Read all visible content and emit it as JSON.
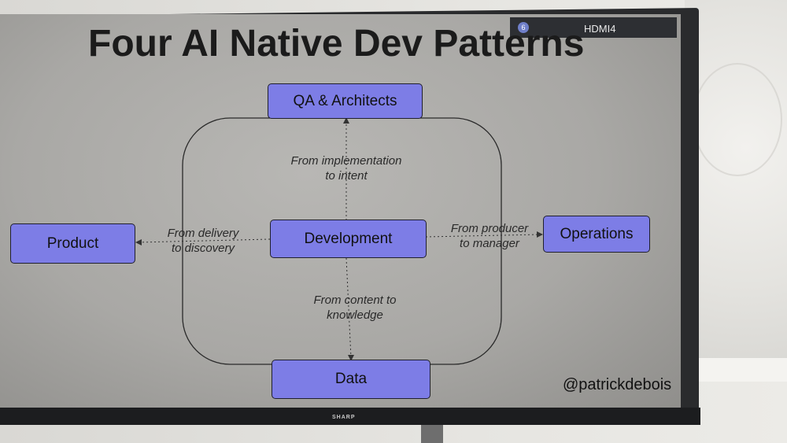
{
  "slide": {
    "title": "Four AI Native Dev Patterns",
    "handle": "@patrickdebois"
  },
  "osd": {
    "channel_number": "6",
    "input_label": "HDMI4"
  },
  "tv": {
    "brand": "SHARP"
  },
  "diagram": {
    "center": "Development",
    "top": "QA & Architects",
    "left": "Product",
    "right": "Operations",
    "bottom": "Data",
    "captions": {
      "up_line1": "From implementation",
      "up_line2": "to intent",
      "left_line1": "From delivery",
      "left_line2": "to discovery",
      "right_line1": "From producer",
      "right_line2": "to manager",
      "down_line1": "From content to",
      "down_line2": "knowledge"
    }
  },
  "colors": {
    "box_fill": "#7d7de6",
    "screen": "#a9a8a5"
  }
}
